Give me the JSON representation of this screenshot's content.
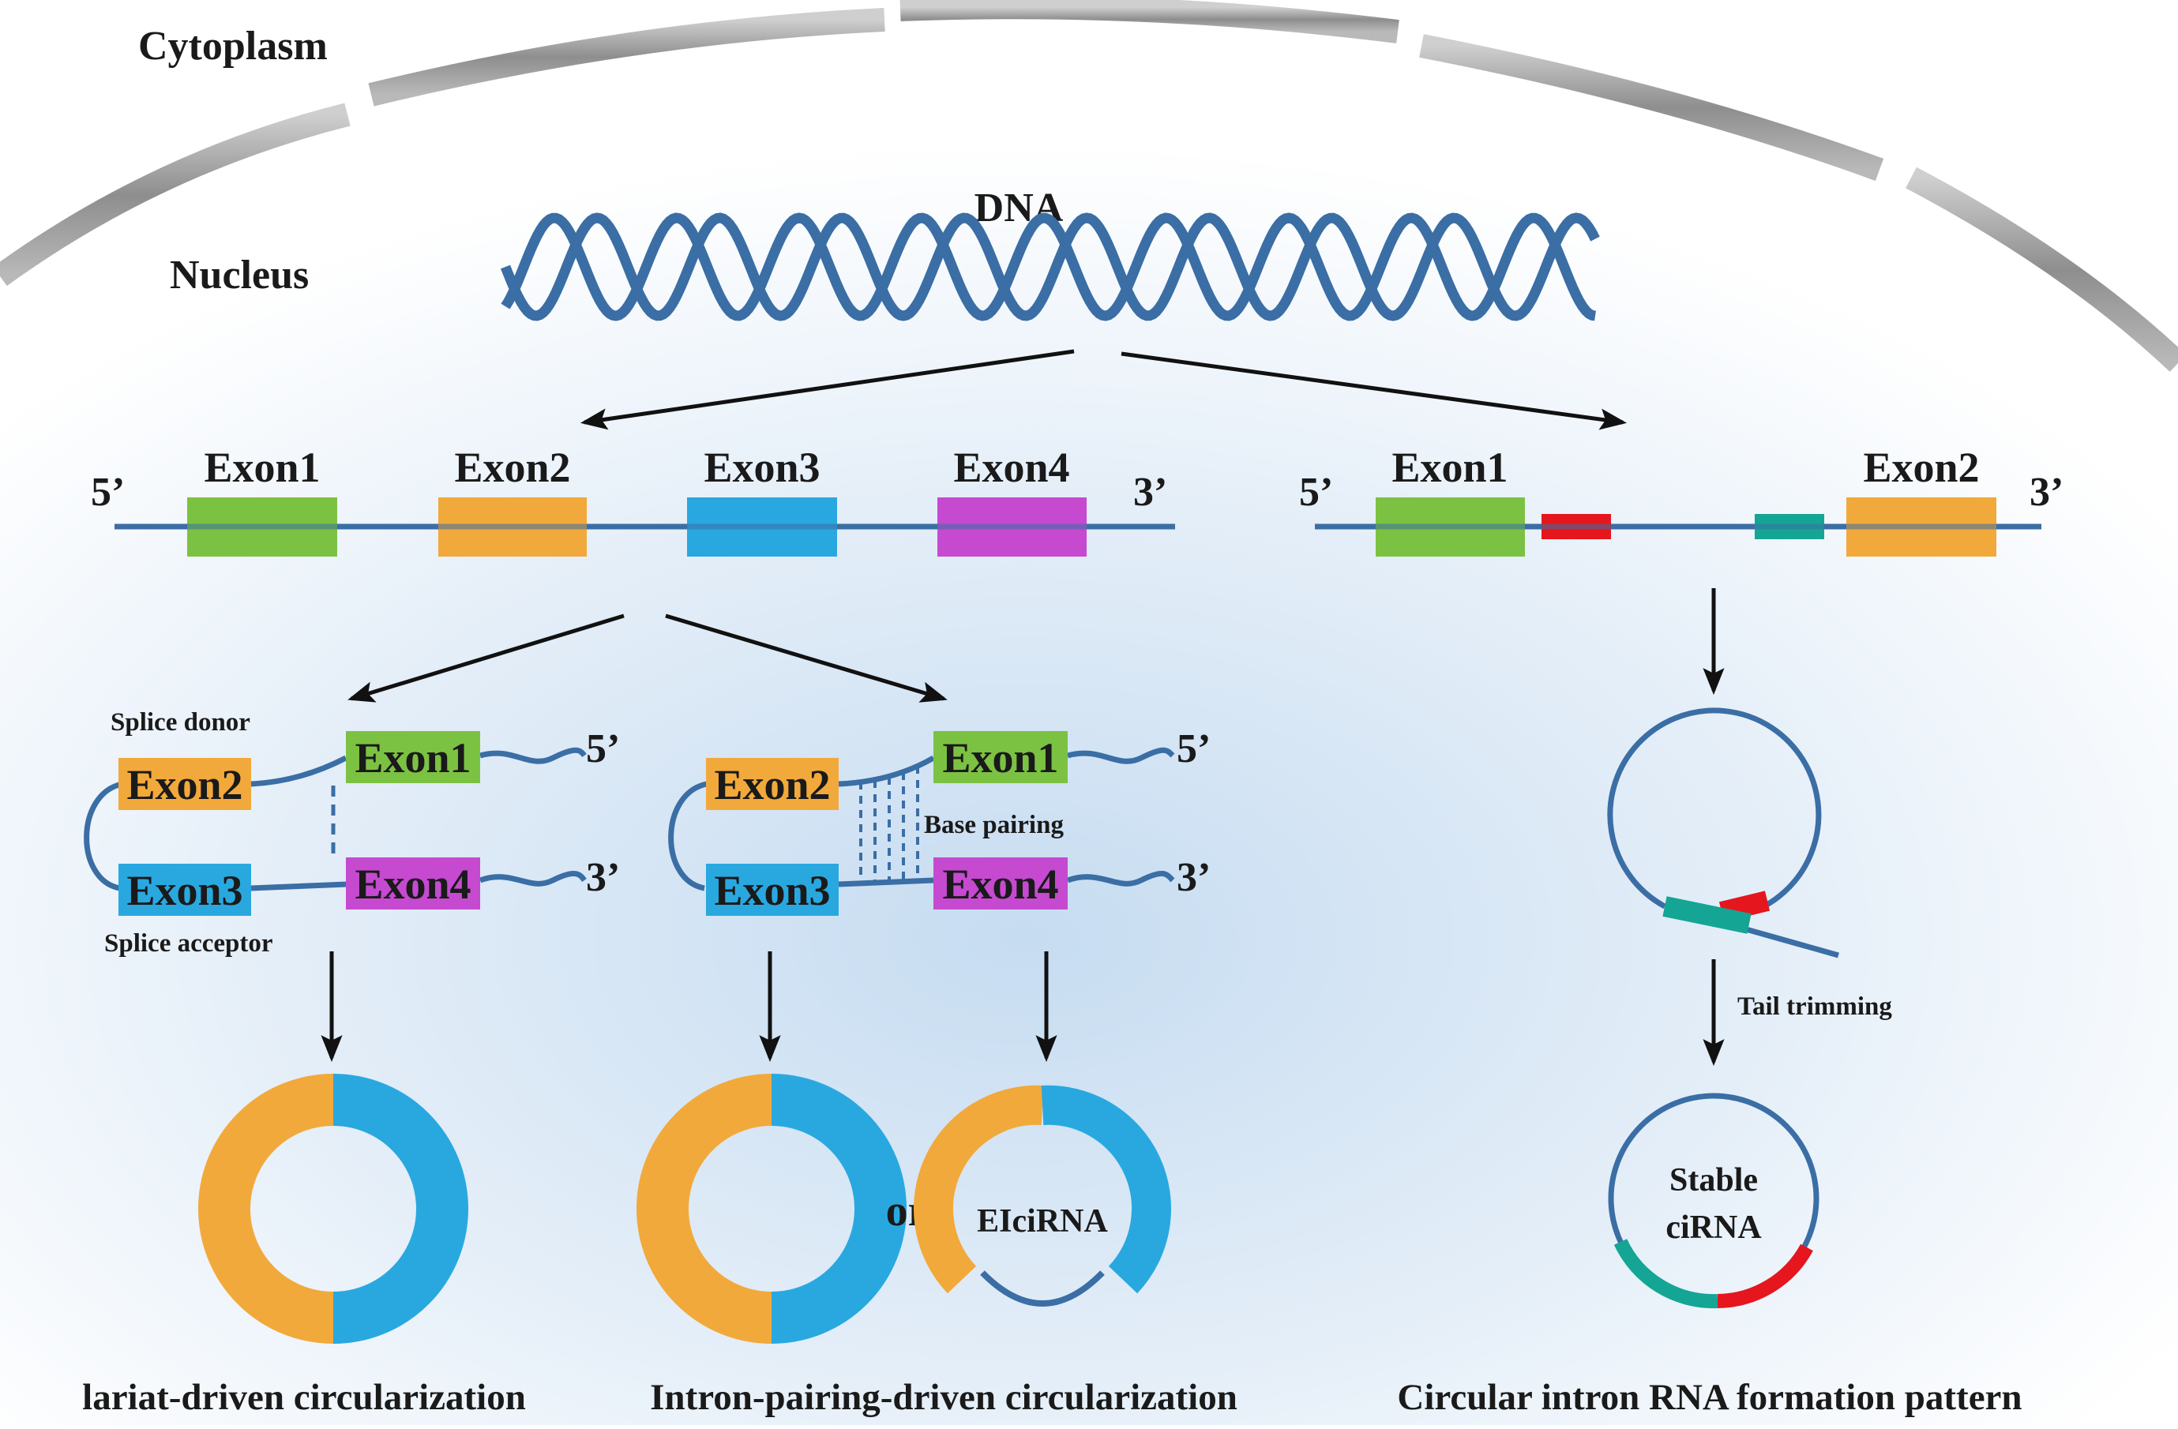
{
  "regions": {
    "cytoplasm": "Cytoplasm",
    "nucleus": "Nucleus",
    "dna": "DNA"
  },
  "gene_left": {
    "five_prime": "5’",
    "three_prime": "3’",
    "exons": [
      {
        "label": "Exon1",
        "color": "#7cc242"
      },
      {
        "label": "Exon2",
        "color": "#f2a93b"
      },
      {
        "label": "Exon3",
        "color": "#29a8e0"
      },
      {
        "label": "Exon4",
        "color": "#c54ad0"
      }
    ]
  },
  "gene_right": {
    "five_prime": "5’",
    "three_prime": "3’",
    "exons": [
      {
        "label": "Exon1",
        "color": "#7cc242"
      },
      {
        "label": "Exon2",
        "color": "#f2a93b"
      }
    ],
    "intron_marks": [
      {
        "color": "#e5161d"
      },
      {
        "color": "#14a595"
      }
    ]
  },
  "lariat": {
    "splice_donor": "Splice donor",
    "splice_acceptor": "Splice acceptor",
    "exon1": "Exon1",
    "exon2": "Exon2",
    "exon3": "Exon3",
    "exon4": "Exon4",
    "five_prime": "5’",
    "three_prime": "3’",
    "caption": "lariat-driven circularization"
  },
  "intron_pairing": {
    "exon1": "Exon1",
    "exon2": "Exon2",
    "exon3": "Exon3",
    "exon4": "Exon4",
    "five_prime": "5’",
    "three_prime": "3’",
    "base_pairing": "Base pairing",
    "or_label": "or",
    "eicirna": "EIciRNA",
    "caption": "Intron-pairing-driven circularization"
  },
  "circular_intron": {
    "tail_trimming": "Tail trimming",
    "stable_line1": "Stable",
    "stable_line2": "ciRNA",
    "caption": "Circular intron RNA formation pattern"
  },
  "colors": {
    "strand": "#3a6ea5",
    "exon_green": "#7cc242",
    "exon_orange": "#f2a93b",
    "exon_blue": "#29a8e0",
    "exon_magenta": "#c54ad0",
    "intron_red": "#e5161d",
    "intron_teal": "#14a595",
    "membrane": "#9a9a9a"
  }
}
